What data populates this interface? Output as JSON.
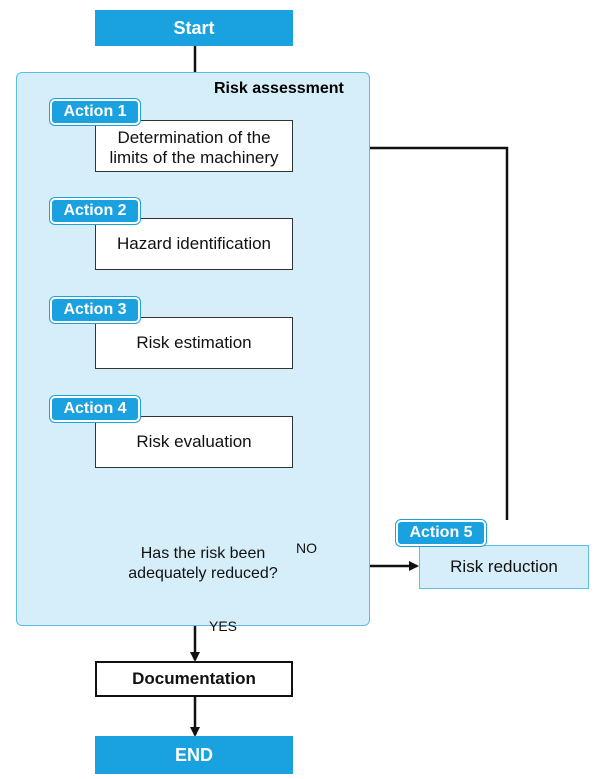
{
  "start": "Start",
  "end": "END",
  "region_title": "Risk assessment",
  "steps": {
    "limits": {
      "tag": "Action 1",
      "text": "Determination of the limits of the machinery"
    },
    "hazard": {
      "tag": "Action 2",
      "text": "Hazard identification"
    },
    "estimation": {
      "tag": "Action 3",
      "text": "Risk estimation"
    },
    "evaluation": {
      "tag": "Action 4",
      "text": "Risk evaluation"
    },
    "reduction": {
      "tag": "Action 5",
      "text": "Risk reduction"
    }
  },
  "decision": "Has the risk been adequately reduced?",
  "edge_labels": {
    "no": "NO",
    "yes": "YES"
  },
  "documentation": "Documentation",
  "colors": {
    "accent": "#1aa1df",
    "region_fill": "#d6eef9",
    "region_border": "#5bbde6"
  }
}
